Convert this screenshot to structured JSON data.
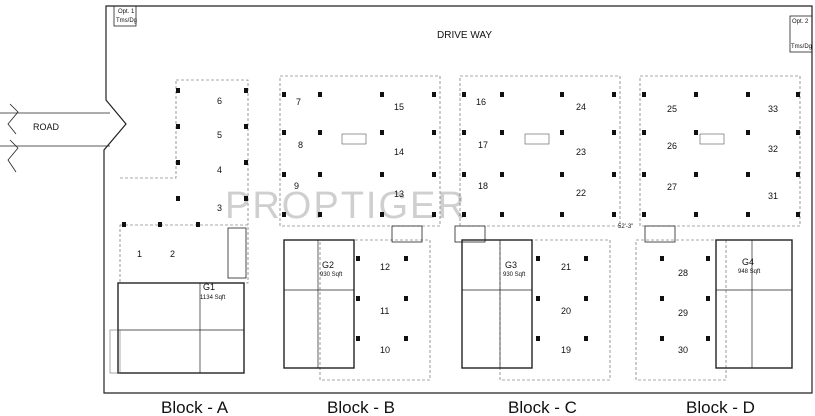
{
  "site": {
    "drive_way": "DRIVE WAY",
    "road": "ROAD",
    "opt1": "Opt. 1",
    "opt2": "Opt. 2",
    "tms1": "Tms/Dg",
    "tms2": "Tms/Dg",
    "dim_between": "52'-3\"",
    "watermark": "PROPTIGER"
  },
  "blocks": [
    {
      "label": "Block - A",
      "unit": "G1",
      "area": "1134 Sqft",
      "parking": [
        "1",
        "2",
        "3",
        "4",
        "5",
        "6"
      ]
    },
    {
      "label": "Block - B",
      "unit": "G2",
      "area": "930 Sqft",
      "parking": [
        "7",
        "8",
        "9",
        "10",
        "11",
        "12",
        "13",
        "14",
        "15"
      ]
    },
    {
      "label": "Block - C",
      "unit": "G3",
      "area": "930 Sqft",
      "parking": [
        "16",
        "17",
        "18",
        "19",
        "20",
        "21",
        "22",
        "23",
        "24"
      ]
    },
    {
      "label": "Block - D",
      "unit": "G4",
      "area": "948 Sqft",
      "parking": [
        "25",
        "26",
        "27",
        "28",
        "29",
        "30",
        "31",
        "32",
        "33"
      ]
    }
  ]
}
